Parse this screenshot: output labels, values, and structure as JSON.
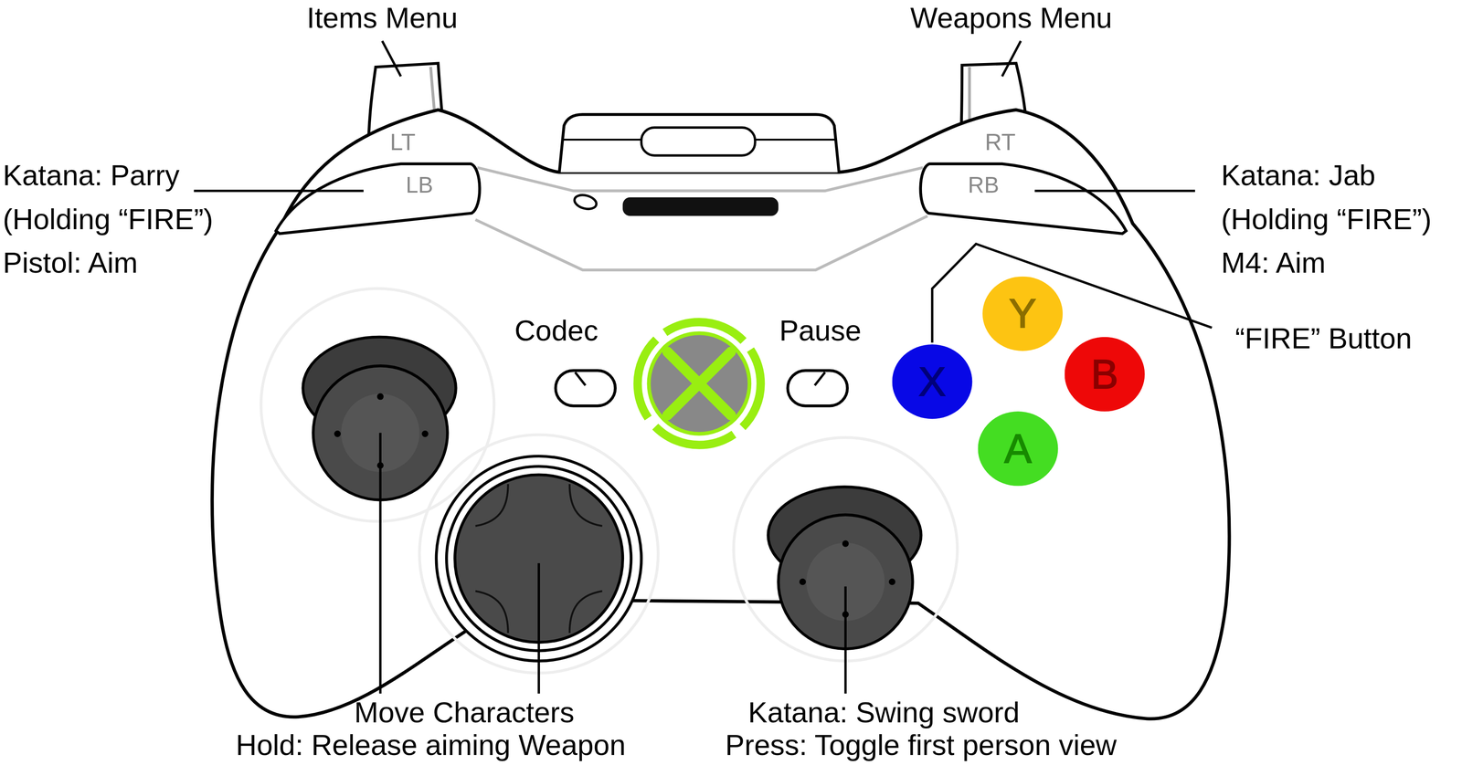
{
  "diagram": {
    "nodes": [
      {
        "text": [
          "LT"
        ]
      },
      {
        "text": [
          "RT"
        ]
      },
      {
        "text": [
          "LB"
        ]
      },
      {
        "text": [
          "RB"
        ]
      },
      {
        "text": [
          "Y"
        ]
      },
      {
        "text": [
          "X"
        ]
      },
      {
        "text": [
          "B"
        ]
      },
      {
        "text": [
          "A"
        ]
      }
    ],
    "labels": [
      "Items Menu",
      "Weapons Menu",
      "Katana: Parry",
      "(Holding “FIRE”)",
      "Pistol: Aim",
      "Katana: Jab",
      "(Holding “FIRE”)",
      "M4: Aim",
      "Codec",
      "Pause",
      "“FIRE” Button",
      "Move Characters",
      "Hold: Release aiming Weapon",
      "Katana: Swing sword",
      "Press: Toggle first person view"
    ]
  }
}
